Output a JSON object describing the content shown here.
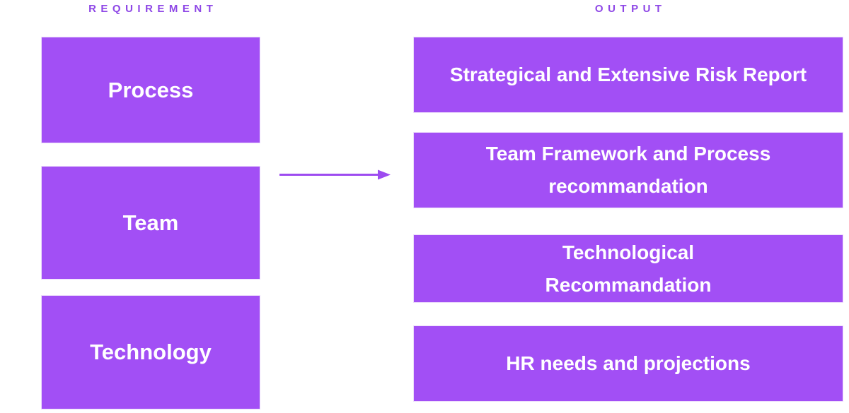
{
  "colors": {
    "box-fill": "#a24ff5",
    "box-border": "#ecdcfb",
    "box-text": "#ffffff",
    "header-text": "#8e47e6",
    "arrow": "#9d4bf0",
    "background": "#ffffff"
  },
  "columns": {
    "requirement": {
      "header": "REQUIREMENT",
      "items": [
        {
          "label": "Process"
        },
        {
          "label": "Team"
        },
        {
          "label": "Technology"
        }
      ]
    },
    "output": {
      "header": "OUTPUT",
      "items": [
        {
          "label": "Strategical and Extensive Risk Report"
        },
        {
          "label": "Team Framework and Process recommandation"
        },
        {
          "label": "Technological Recommandation"
        },
        {
          "label": "HR needs and projections"
        }
      ]
    }
  },
  "arrow": {
    "icon": "arrow-right-icon",
    "from": "requirement",
    "to": "output"
  }
}
